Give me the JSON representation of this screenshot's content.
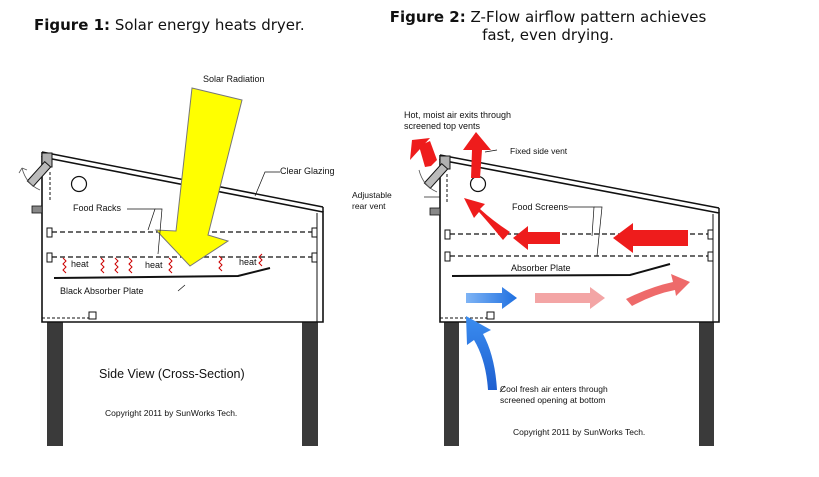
{
  "figure1": {
    "title_bold": "Figure 1:",
    "title_rest": " Solar energy heats dryer.",
    "solar_radiation": "Solar Radiation",
    "clear_glazing": "Clear Glazing",
    "food_racks": "Food Racks",
    "heat_labels": [
      "heat",
      "heat",
      "heat"
    ],
    "black_absorber": "Black Absorber Plate",
    "side_view": "Side View (Cross-Section)",
    "copyright": "Copyright 2011 by SunWorks Tech."
  },
  "figure2": {
    "title_bold": "Figure 2:",
    "title_line1": " Z-Flow airflow pattern achieves",
    "title_line2": "fast, even drying.",
    "hot_air_line1": "Hot, moist air exits through",
    "hot_air_line2": "screened top vents",
    "fixed_side_vent": "Fixed side vent",
    "adjustable_line1": "Adjustable",
    "adjustable_line2": "rear vent",
    "food_screens": "Food Screens",
    "absorber_plate": "Absorber Plate",
    "cool_air_line1": "Cool fresh air enters through",
    "cool_air_line2": "screened opening at bottom",
    "copyright": "Copyright 2011 by SunWorks Tech."
  },
  "colors": {
    "solar_arrow": "#ffff00",
    "hot_air": "#ee1c1c",
    "warm_air": "#f08a8a",
    "cool_air": "#1e6fe0",
    "legs": "#3a3a3a"
  }
}
